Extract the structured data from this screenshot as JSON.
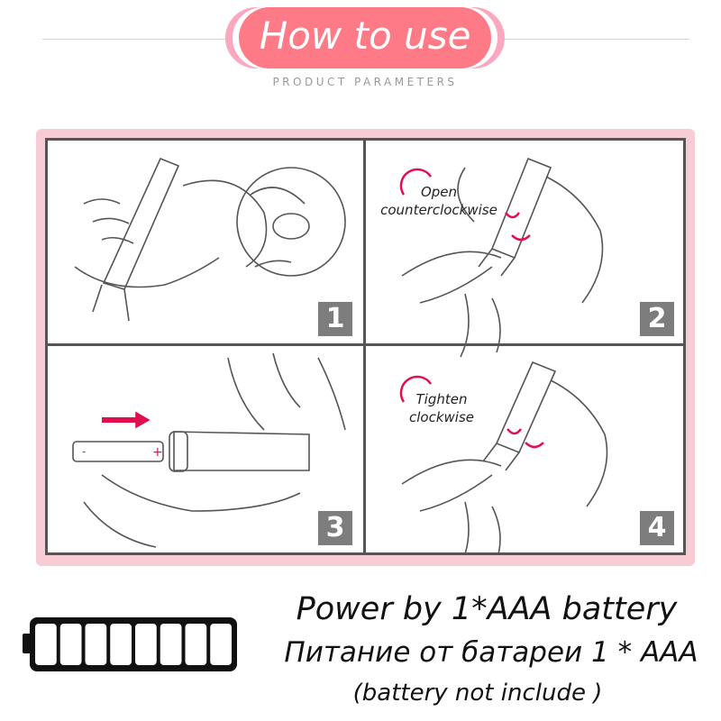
{
  "header": {
    "title": "How to use",
    "subtitle": "PRODUCT PARAMETERS"
  },
  "steps": [
    {
      "number": "1"
    },
    {
      "number": "2",
      "label_line1": "Open",
      "label_line2": "counterclockwise"
    },
    {
      "number": "3"
    },
    {
      "number": "4",
      "label_line1": "Tighten",
      "label_line2": "clockwise"
    }
  ],
  "battery_icon": {
    "cells": 8
  },
  "power": {
    "line1": "Power by 1*AAA battery",
    "line2": "Питание от батареи 1 * AAA",
    "line3": "(battery not include )"
  },
  "colors": {
    "accent": "#fd7a86",
    "frame": "#f7ccd4",
    "arrow": "#e0104e"
  }
}
